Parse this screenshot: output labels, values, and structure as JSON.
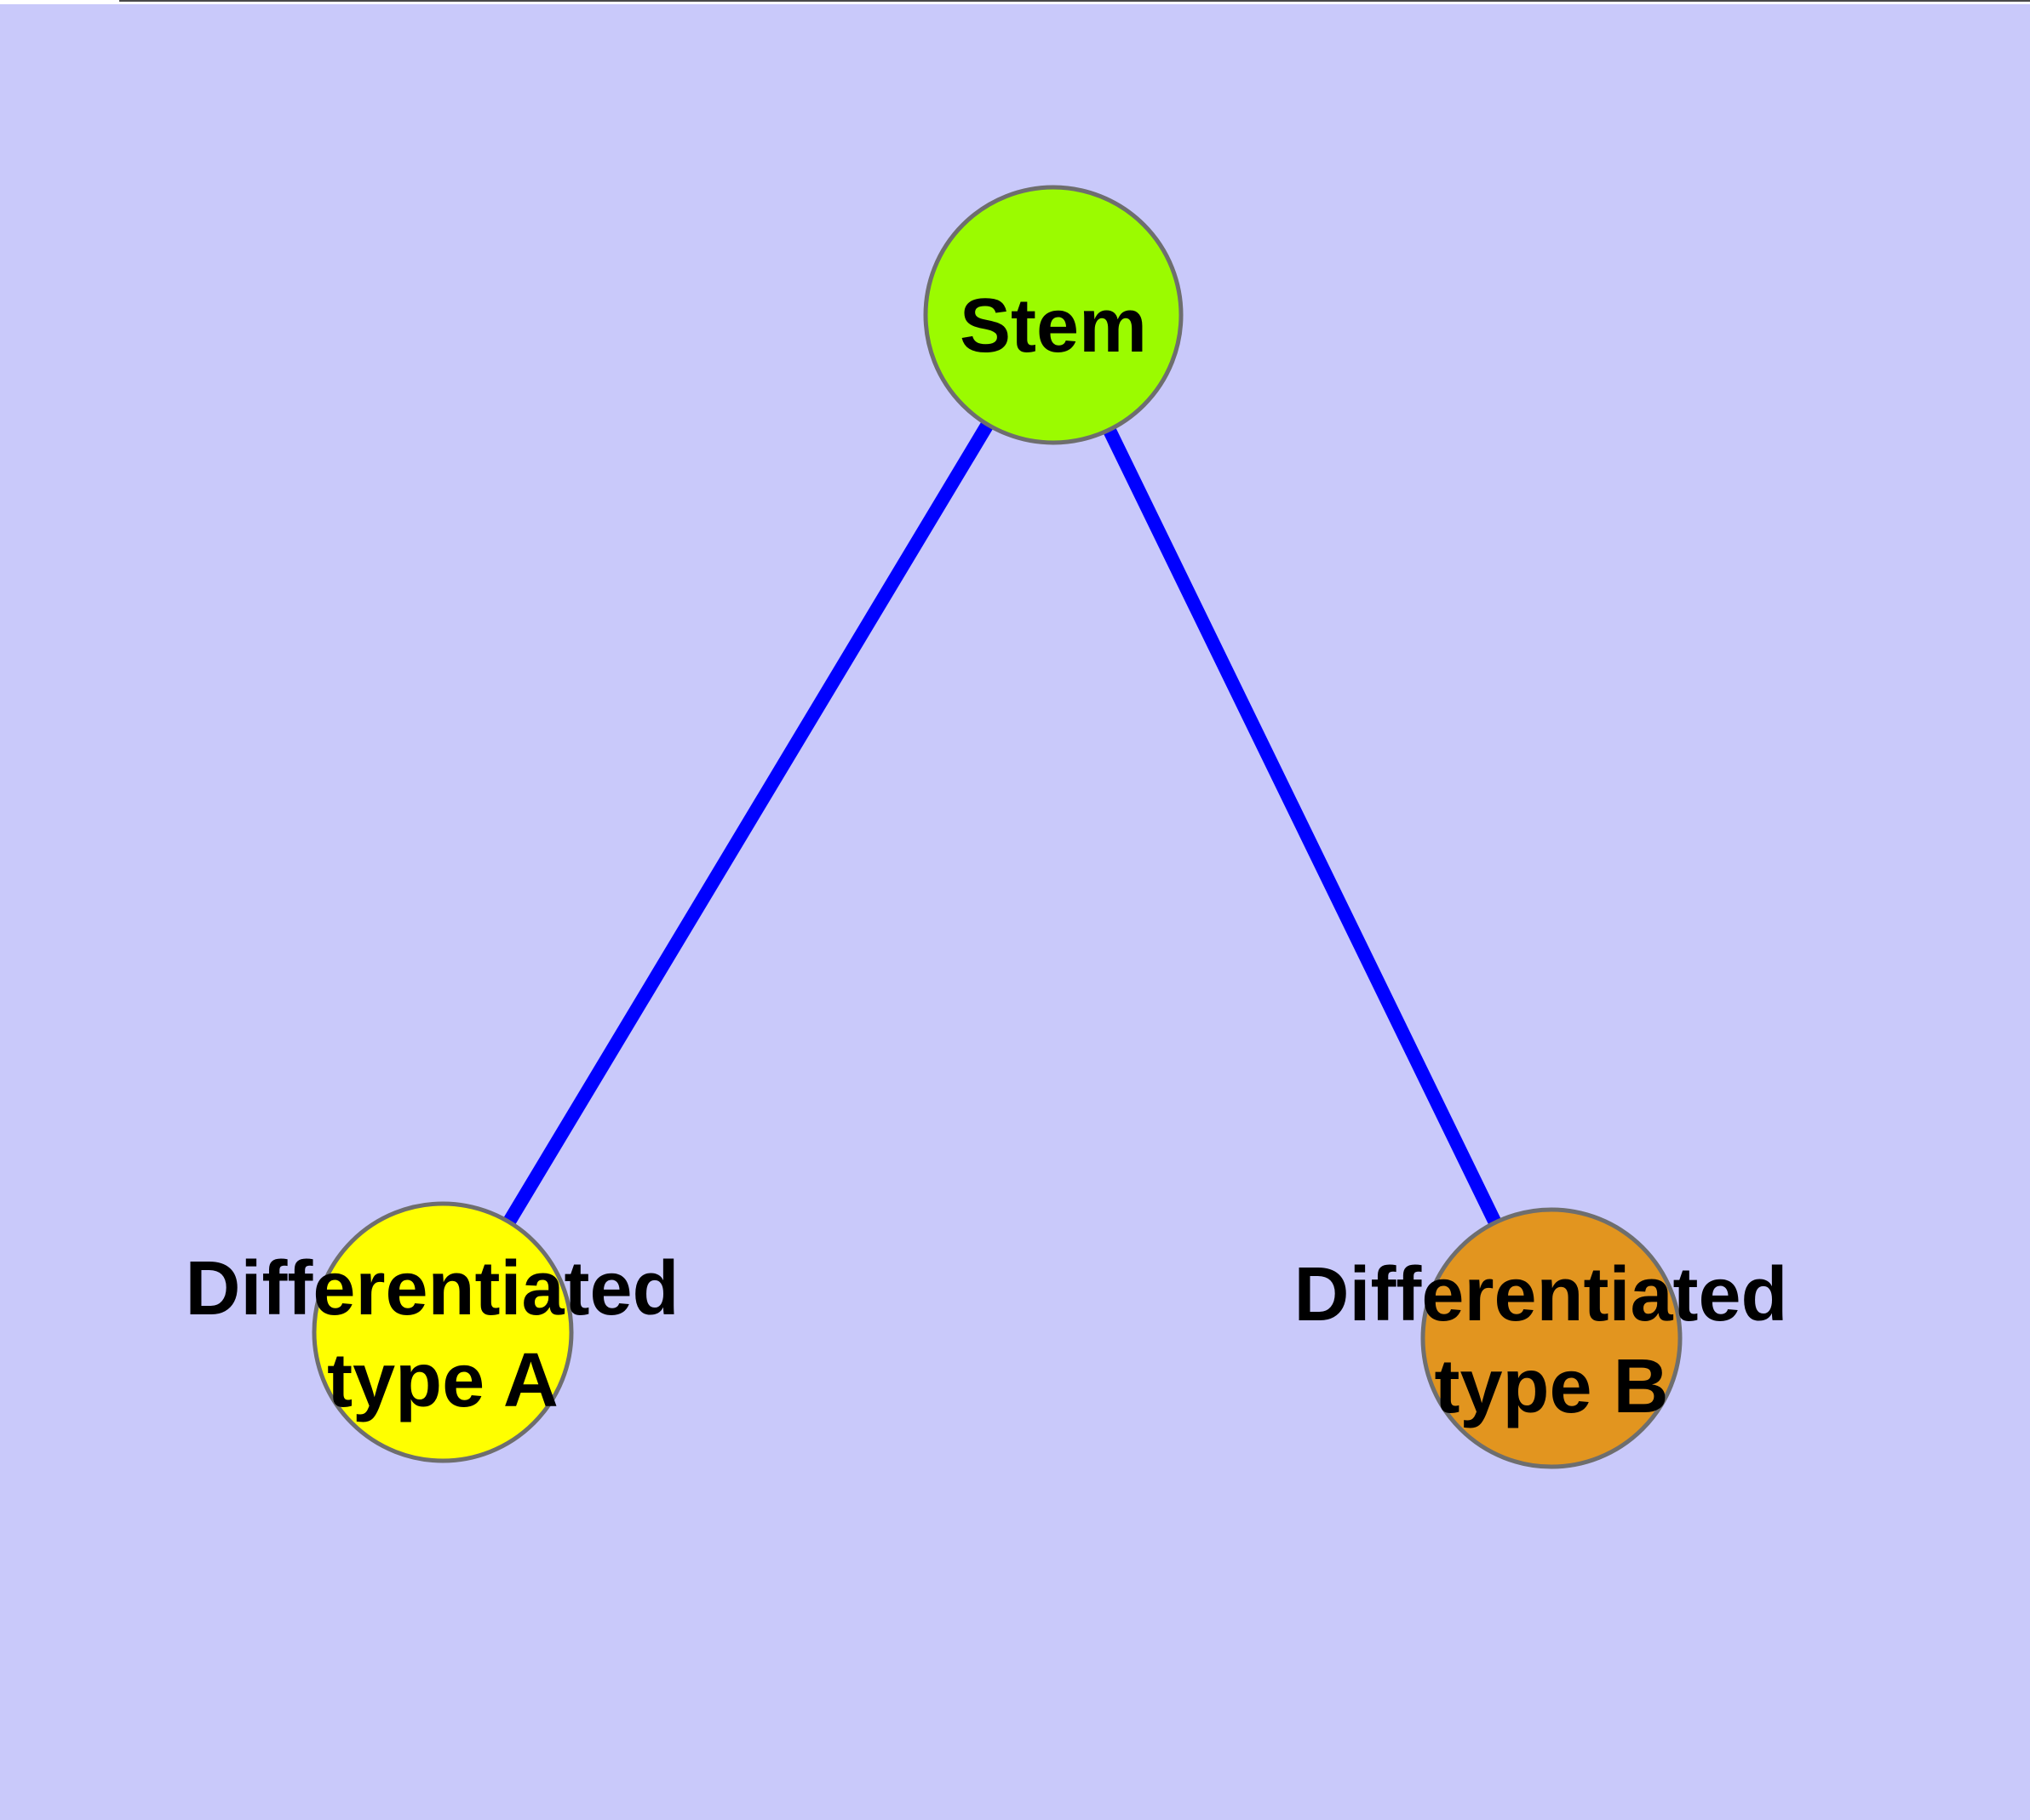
{
  "diagram": {
    "background_color": "#C9C9FA",
    "edge_color": "#0000FF",
    "node_border_color": "#6E6E6E",
    "label_color": "#000000",
    "artifact": {
      "top_strip_color": "#FFFFFF",
      "top_line_color": "#4A4A4A"
    },
    "nodes": [
      {
        "id": "stem",
        "label": "Stem",
        "color": "#9BFB00"
      },
      {
        "id": "type-a",
        "label": "Differentiated type A",
        "label_line1": "Differentiated",
        "label_line2": "type A",
        "color": "#FFFF00"
      },
      {
        "id": "type-b",
        "label": "Differentiated type B",
        "label_line1": "Differentiated",
        "label_line2": "type B",
        "color": "#E2951F"
      }
    ],
    "edges": [
      {
        "from": "Stem",
        "to": "Differentiated type A"
      },
      {
        "from": "Stem",
        "to": "Differentiated type B"
      }
    ]
  }
}
